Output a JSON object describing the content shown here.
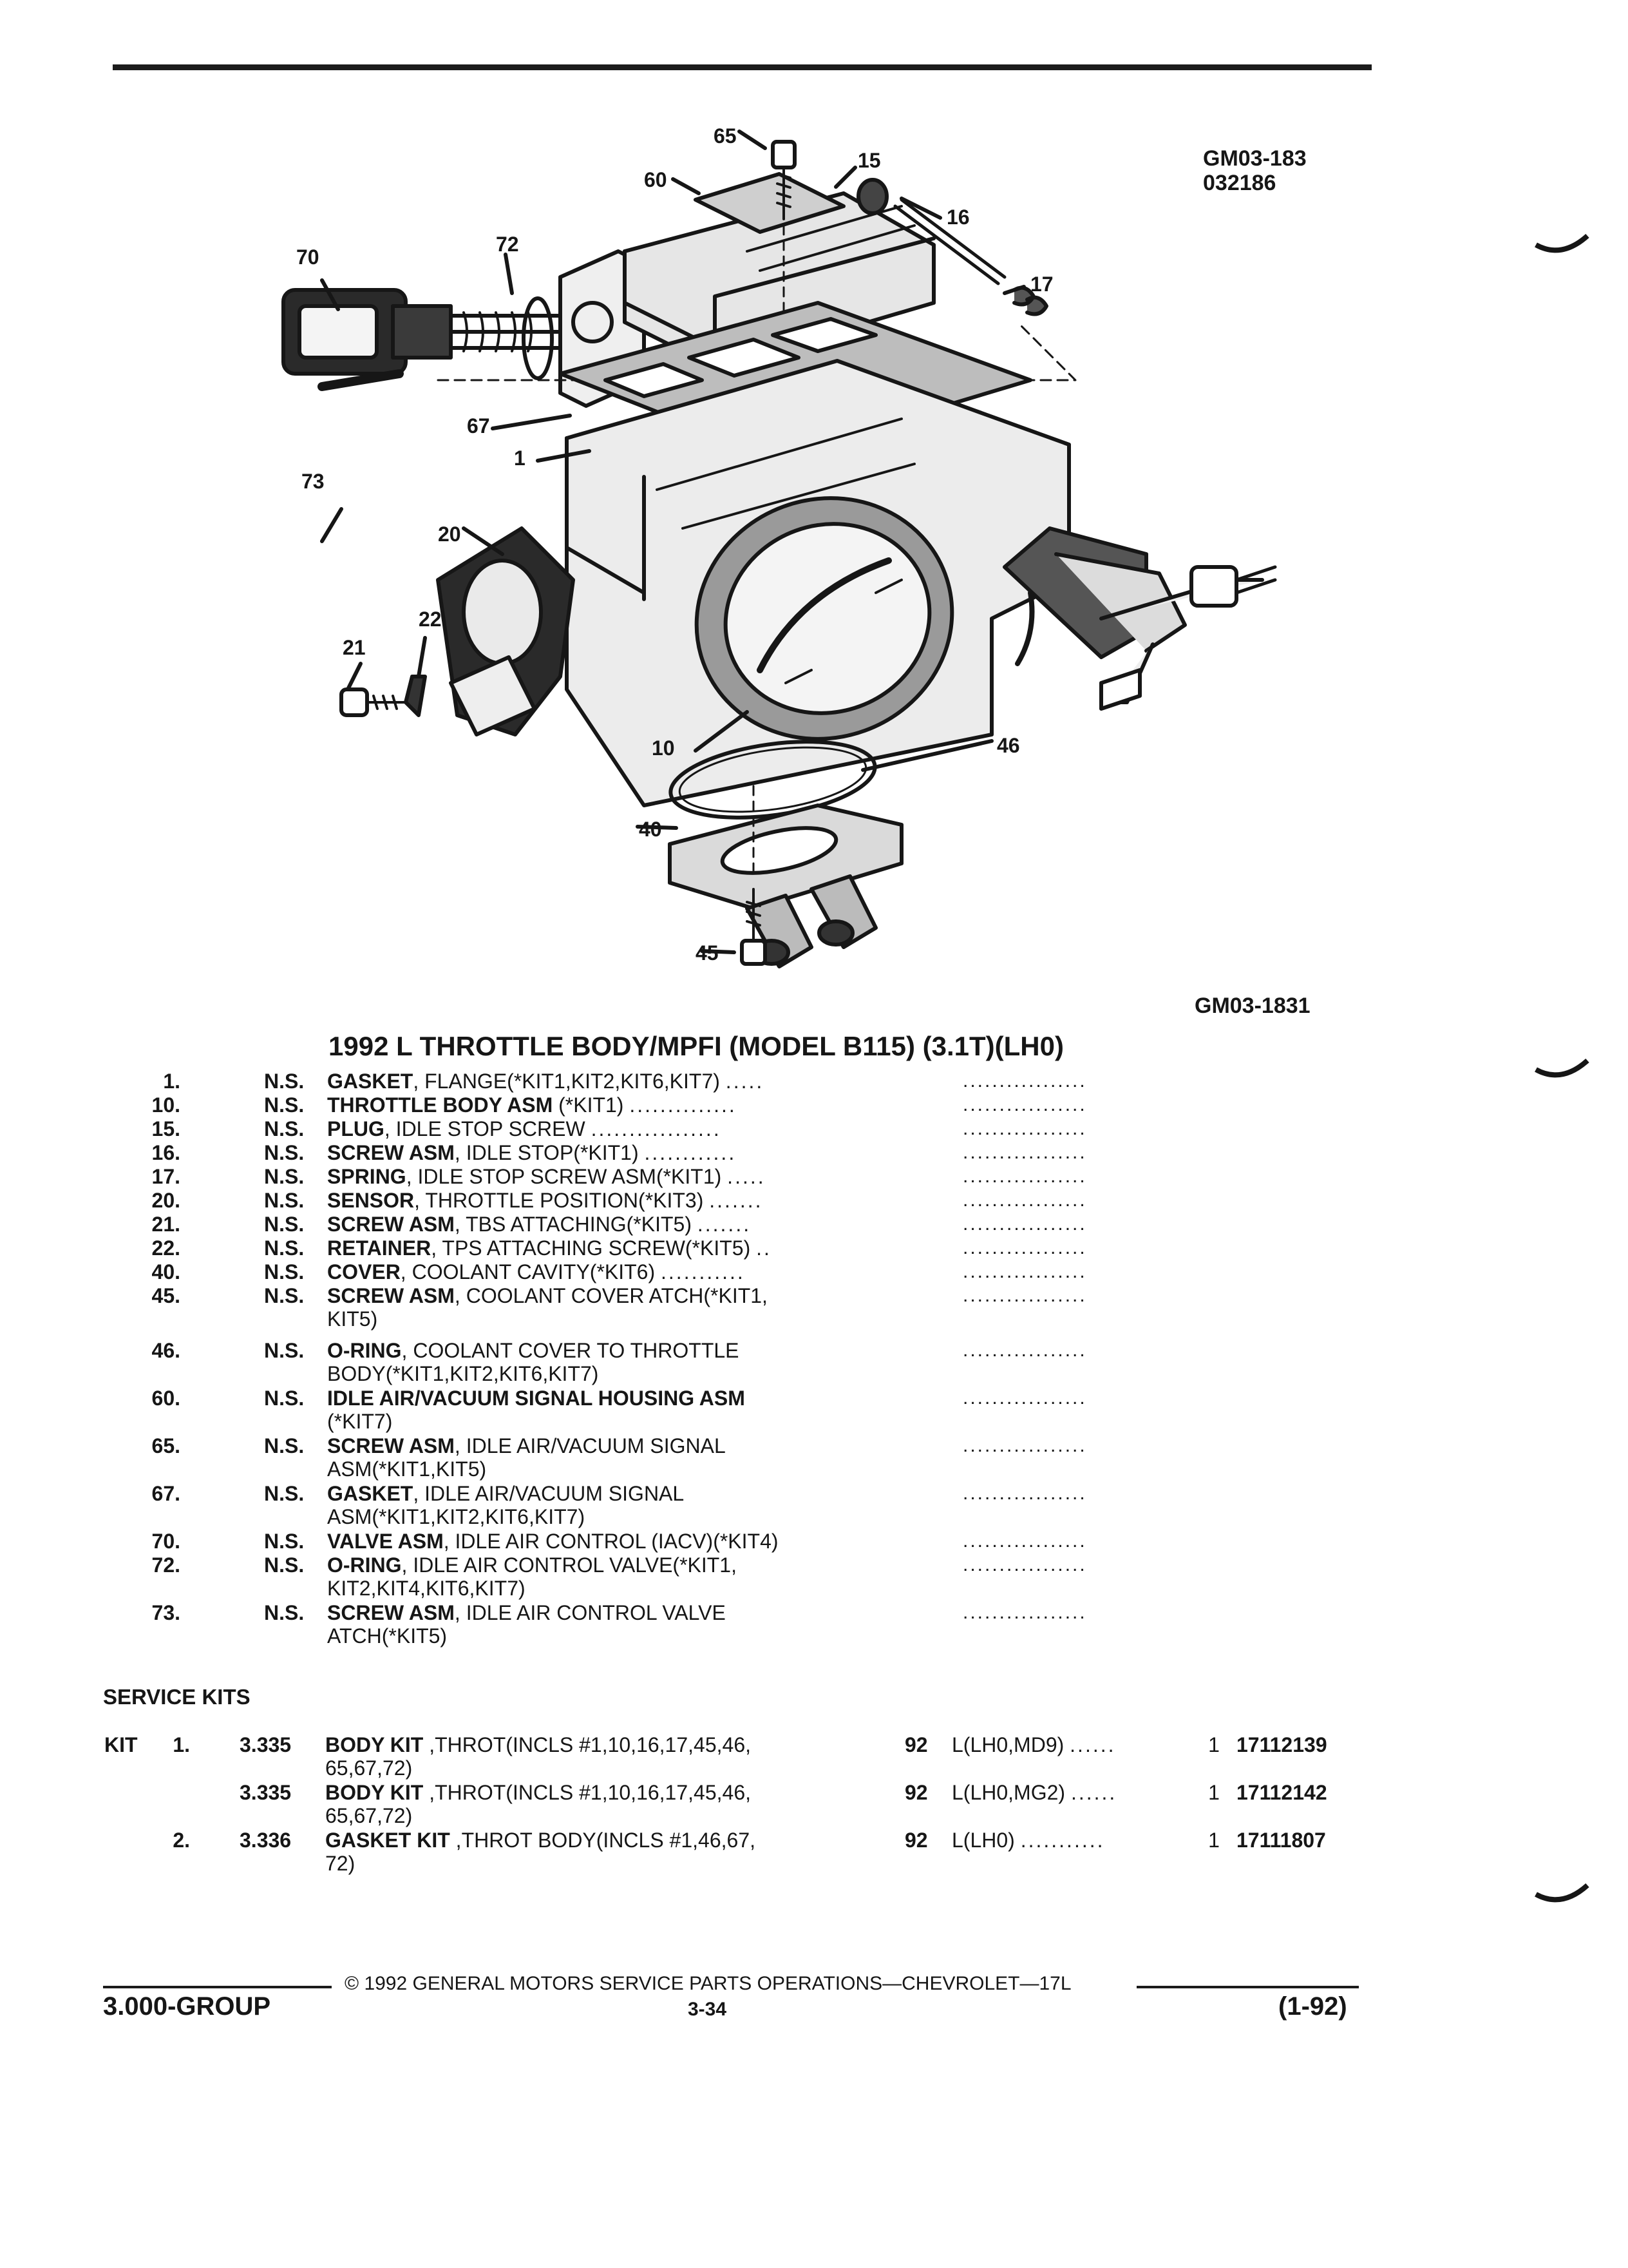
{
  "header": {
    "figure_id_top": "GM03-183",
    "figure_code": "032186",
    "figure_id_bottom": "GM03-1831"
  },
  "diagram": {
    "callouts": [
      "65",
      "15",
      "60",
      "16",
      "70",
      "72",
      "17",
      "67",
      "1",
      "73",
      "20",
      "22",
      "21",
      "10",
      "46",
      "40",
      "45"
    ]
  },
  "title": "1992 L THROTTLE BODY/MPFI (MODEL B115) (3.1T)(LH0)",
  "parts": [
    {
      "num": "1.",
      "ns": "N.S.",
      "name": "GASKET",
      "desc": ", FLANGE(*KIT1,KIT2,KIT6,KIT7)",
      "desc2": "",
      "dots_a": ".....",
      "dots_b": "................."
    },
    {
      "num": "10.",
      "ns": "N.S.",
      "name": "THROTTLE BODY ASM",
      "desc": " (*KIT1)",
      "desc2": "",
      "dots_a": "..............",
      "dots_b": "................."
    },
    {
      "num": "15.",
      "ns": "N.S.",
      "name": "PLUG",
      "desc": ", IDLE STOP SCREW",
      "desc2": "",
      "dots_a": ".................",
      "dots_b": "................."
    },
    {
      "num": "16.",
      "ns": "N.S.",
      "name": "SCREW ASM",
      "desc": ", IDLE STOP(*KIT1)",
      "desc2": "",
      "dots_a": "............",
      "dots_b": "................."
    },
    {
      "num": "17.",
      "ns": "N.S.",
      "name": "SPRING",
      "desc": ", IDLE STOP SCREW ASM(*KIT1)",
      "desc2": "",
      "dots_a": ".....",
      "dots_b": "................."
    },
    {
      "num": "20.",
      "ns": "N.S.",
      "name": "SENSOR",
      "desc": ", THROTTLE POSITION(*KIT3)",
      "desc2": "",
      "dots_a": ".......",
      "dots_b": "................."
    },
    {
      "num": "21.",
      "ns": "N.S.",
      "name": "SCREW ASM",
      "desc": ", TBS ATTACHING(*KIT5)",
      "desc2": "",
      "dots_a": ".......",
      "dots_b": "................."
    },
    {
      "num": "22.",
      "ns": "N.S.",
      "name": "RETAINER",
      "desc": ", TPS ATTACHING SCREW(*KIT5)",
      "desc2": "",
      "dots_a": "..",
      "dots_b": "................."
    },
    {
      "num": "40.",
      "ns": "N.S.",
      "name": "COVER",
      "desc": ", COOLANT CAVITY(*KIT6)",
      "desc2": "",
      "dots_a": "...........",
      "dots_b": "................."
    },
    {
      "num": "45.",
      "ns": "N.S.",
      "name": "SCREW ASM",
      "desc": ", COOLANT COVER ATCH(*KIT1,",
      "desc2": "KIT5)",
      "dots_a": "",
      "dots_b": "................."
    },
    {
      "num": "46.",
      "ns": "N.S.",
      "name": "O-RING",
      "desc": ", COOLANT COVER TO THROTTLE",
      "desc2": "BODY(*KIT1,KIT2,KIT6,KIT7)",
      "dots_a": "",
      "dots_b": "................."
    },
    {
      "num": "60.",
      "ns": "N.S.",
      "name": "IDLE AIR/VACUUM SIGNAL HOUSING ASM",
      "desc": "",
      "desc2": "(*KIT7)",
      "dots_a": "",
      "dots_b": "................."
    },
    {
      "num": "65.",
      "ns": "N.S.",
      "name": "SCREW ASM",
      "desc": ", IDLE AIR/VACUUM SIGNAL",
      "desc2": "ASM(*KIT1,KIT5)",
      "dots_a": "",
      "dots_b": "................."
    },
    {
      "num": "67.",
      "ns": "N.S.",
      "name": "GASKET",
      "desc": ", IDLE AIR/VACUUM SIGNAL",
      "desc2": "ASM(*KIT1,KIT2,KIT6,KIT7)",
      "dots_a": "",
      "dots_b": "................."
    },
    {
      "num": "70.",
      "ns": "N.S.",
      "name": "VALVE ASM",
      "desc": ", IDLE AIR CONTROL (IACV)(*KIT4)",
      "desc2": "",
      "dots_a": "",
      "dots_b": "................."
    },
    {
      "num": "72.",
      "ns": "N.S.",
      "name": "O-RING",
      "desc": ", IDLE AIR CONTROL VALVE(*KIT1,",
      "desc2": "KIT2,KIT4,KIT6,KIT7)",
      "dots_a": "",
      "dots_b": "................."
    },
    {
      "num": "73.",
      "ns": "N.S.",
      "name": "SCREW ASM",
      "desc": ", IDLE AIR CONTROL VALVE",
      "desc2": "ATCH(*KIT5)",
      "dots_a": "",
      "dots_b": "................."
    }
  ],
  "service_kits": {
    "heading": "SERVICE KITS",
    "rows": [
      {
        "kit_label": "KIT",
        "kit_num": "1.",
        "group": "3.335",
        "name": "BODY KIT",
        "desc": " ,THROT(INCLS #1,10,16,17,45,46,",
        "desc2": "65,67,72)",
        "year": "92",
        "model": "L(LH0,MD9)",
        "dots": "......",
        "qty": "1",
        "part_no": "17112139"
      },
      {
        "kit_label": "",
        "kit_num": "",
        "group": "3.335",
        "name": "BODY KIT",
        "desc": " ,THROT(INCLS #1,10,16,17,45,46,",
        "desc2": "65,67,72)",
        "year": "92",
        "model": "L(LH0,MG2)",
        "dots": "......",
        "qty": "1",
        "part_no": "17112142"
      },
      {
        "kit_label": "",
        "kit_num": "2.",
        "group": "3.336",
        "name": "GASKET KIT",
        "desc": " ,THROT BODY(INCLS #1,46,67,",
        "desc2": "72)",
        "year": "92",
        "model": "L(LH0)",
        "dots": "...........",
        "qty": "1",
        "part_no": "17111807"
      }
    ]
  },
  "footer": {
    "copyright": "© 1992 GENERAL MOTORS SERVICE PARTS OPERATIONS—CHEVROLET—17L",
    "group": "3.000-GROUP",
    "page": "3-34",
    "date": "(1-92)"
  }
}
